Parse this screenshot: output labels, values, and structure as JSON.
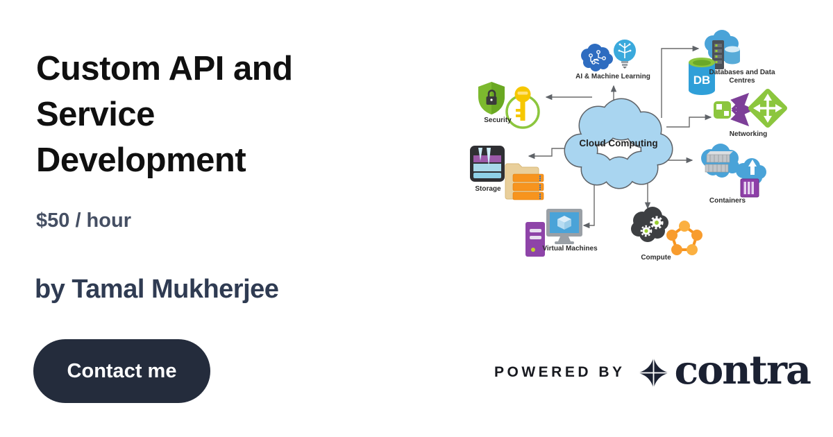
{
  "card": {
    "title": "Custom API and Service Development",
    "rate": "$50 / hour",
    "byline": "by Tamal Mukherjee",
    "contact_label": "Contact me"
  },
  "footer": {
    "powered_by": "POWERED BY",
    "brand_name": "contra"
  },
  "diagram": {
    "center_label": "Cloud Computing",
    "nodes": {
      "security": {
        "label": "Security"
      },
      "ai": {
        "label": "AI & Machine Learning"
      },
      "databases": {
        "label_line1": "Databases and Data",
        "label_line2": "Centres",
        "badge": "DB"
      },
      "networking": {
        "label": "Networking"
      },
      "containers": {
        "label": "Containers"
      },
      "compute": {
        "label": "Compute"
      },
      "virtual_machines": {
        "label": "Virtual Machines"
      },
      "storage": {
        "label": "Storage"
      }
    }
  },
  "colors": {
    "background": "#ffffff",
    "title_text": "#101010",
    "rate_text": "#454f63",
    "byline_text": "#2f3b52",
    "button_bg": "#242c3c",
    "button_text": "#ffffff",
    "brand_text": "#1b2132",
    "cloud_fill": "#a9d5f0",
    "cloud_stroke": "#5f6368",
    "connector": "#6a6a6a",
    "green": "#8cc63e",
    "purple": "#8e44a8",
    "blue": "#4aa3d8",
    "orange": "#f7941e",
    "dark_gray": "#3d3f42",
    "key_yellow": "#f6c700"
  }
}
